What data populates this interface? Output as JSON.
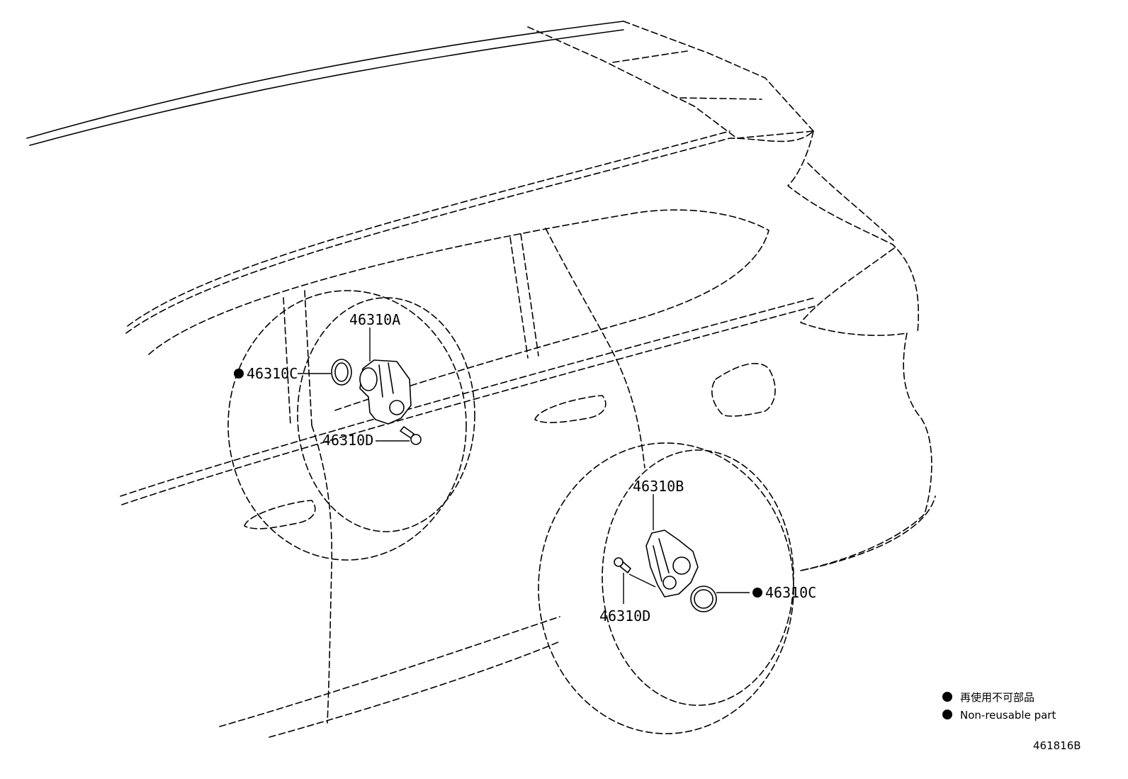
{
  "diagram_id": "461816B",
  "parts": {
    "motor_front": "46310A",
    "motor_rear": "46310B",
    "seal_front": "46310C",
    "seal_rear": "46310C",
    "bolt_front": "46310D",
    "bolt_rear": "46310D"
  },
  "legend": {
    "jp": "再使用不可部品",
    "en": "Non-reusable part"
  }
}
